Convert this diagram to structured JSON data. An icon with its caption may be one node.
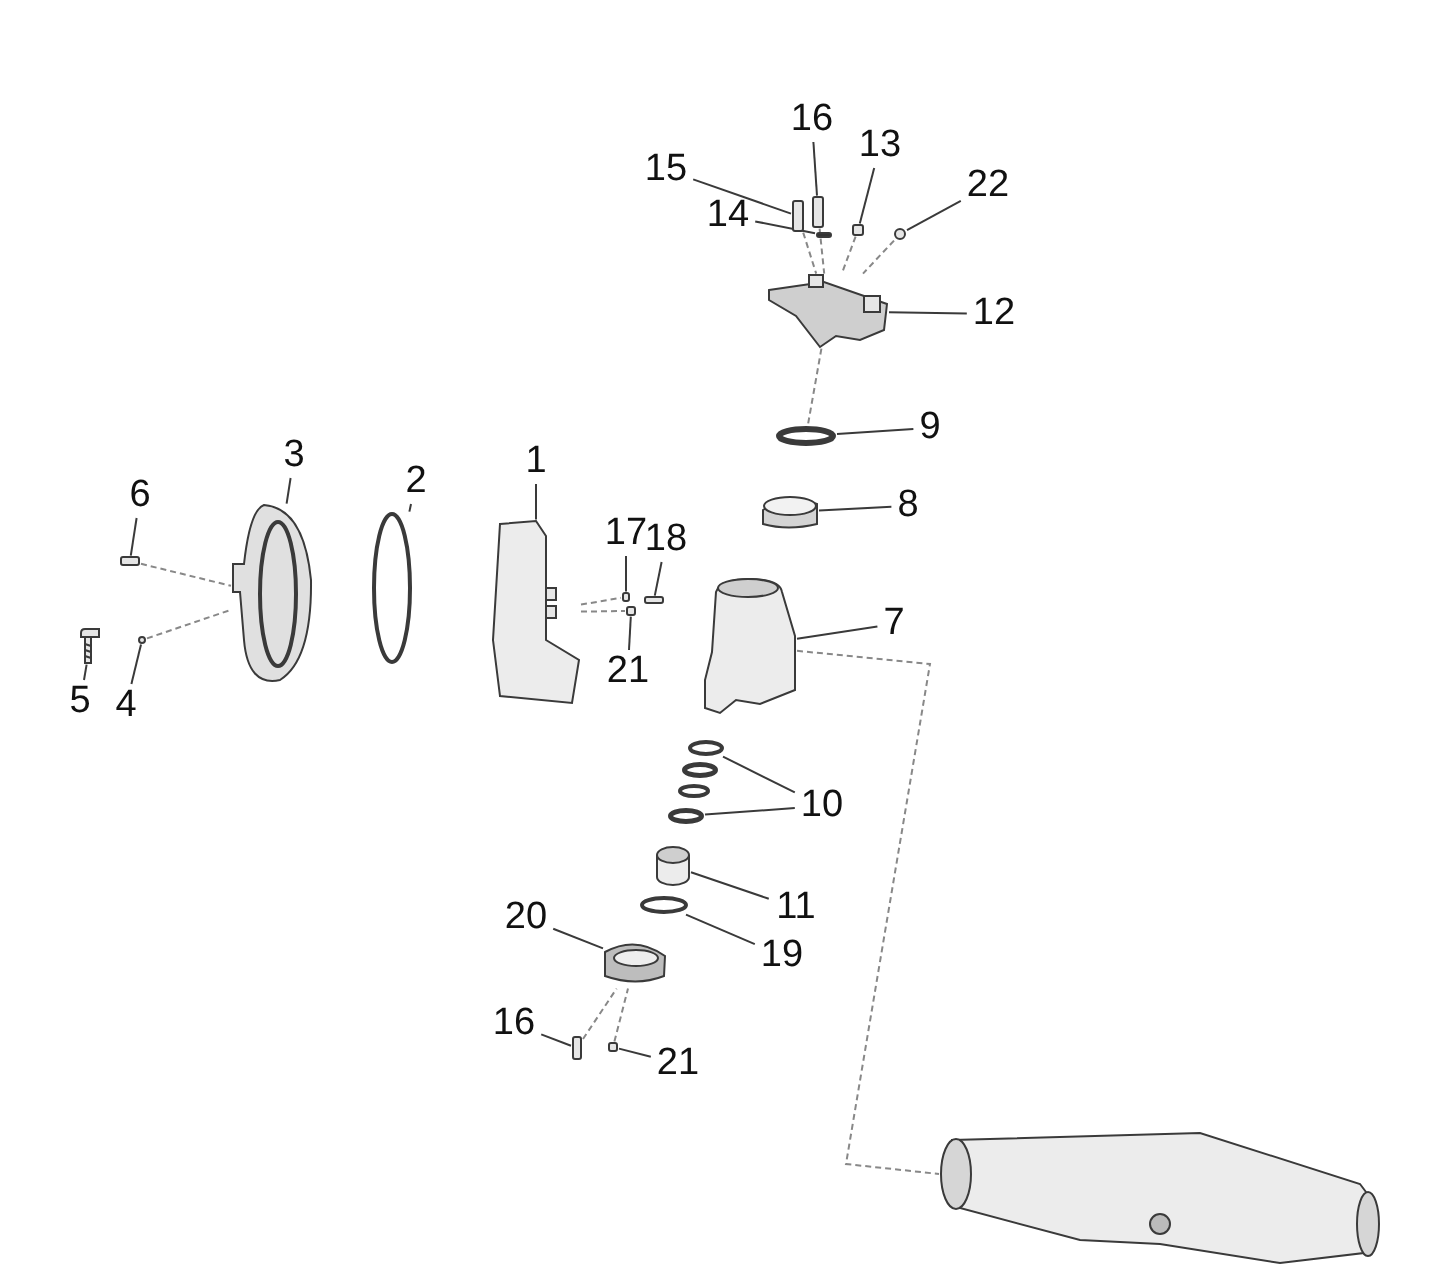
{
  "diagram": {
    "nodes": [
      {
        "text": [
          "16"
        ]
      },
      {
        "text": [
          "13"
        ]
      },
      {
        "text": [
          "15"
        ]
      },
      {
        "text": [
          "22"
        ]
      },
      {
        "text": [
          "14"
        ]
      },
      {
        "text": [
          "12"
        ]
      },
      {
        "text": [
          "9"
        ]
      },
      {
        "text": [
          "8"
        ]
      },
      {
        "text": [
          "3"
        ]
      },
      {
        "text": [
          "2"
        ]
      },
      {
        "text": [
          "1"
        ]
      },
      {
        "text": [
          "6"
        ]
      },
      {
        "text": [
          "17"
        ]
      },
      {
        "text": [
          "18"
        ]
      },
      {
        "text": [
          "7"
        ]
      },
      {
        "text": [
          "21"
        ]
      },
      {
        "text": [
          "5"
        ]
      },
      {
        "text": [
          "4"
        ]
      },
      {
        "text": [
          "10"
        ]
      },
      {
        "text": [
          "11"
        ]
      },
      {
        "text": [
          "20"
        ]
      },
      {
        "text": [
          "19"
        ]
      },
      {
        "text": [
          "16"
        ]
      },
      {
        "text": [
          "21"
        ]
      },
      {
        "text": [],
        "shape": "box"
      },
      {
        "text": [],
        "shape": "box"
      },
      {
        "text": [],
        "shape": "box"
      },
      {
        "text": [],
        "shape": "box"
      },
      {
        "text": [],
        "shape": "circle"
      },
      {
        "text": [],
        "shape": "picture"
      },
      {
        "text": [],
        "shape": "circle"
      },
      {
        "text": [],
        "shape": "picture"
      },
      {
        "text": [],
        "shape": "picture"
      },
      {
        "text": [],
        "shape": "circle"
      },
      {
        "text": [],
        "shape": "picture"
      },
      {
        "text": [],
        "shape": "box"
      },
      {
        "text": [],
        "shape": "box"
      },
      {
        "text": [],
        "shape": "box"
      },
      {
        "text": [],
        "shape": "picture"
      },
      {
        "text": [],
        "shape": "box"
      },
      {
        "text": [],
        "shape": "picture"
      },
      {
        "text": [],
        "shape": "circle"
      },
      {
        "text": [],
        "shape": "circle"
      },
      {
        "text": [],
        "shape": "circle"
      },
      {
        "text": [],
        "shape": "circle"
      },
      {
        "text": [],
        "shape": "circle"
      },
      {
        "text": [],
        "shape": "cylinder"
      },
      {
        "text": [],
        "shape": "circle"
      },
      {
        "text": [],
        "shape": "picture"
      },
      {
        "text": [],
        "shape": "box"
      },
      {
        "text": [],
        "shape": "box"
      },
      {
        "text": [],
        "shape": "picture"
      }
    ],
    "edges": [
      {
        "from": 0,
        "to": 25,
        "arrow": "none"
      },
      {
        "from": 1,
        "to": 27,
        "arrow": "none"
      },
      {
        "from": 2,
        "to": 24,
        "arrow": "none"
      },
      {
        "from": 3,
        "to": 28,
        "arrow": "none"
      },
      {
        "from": 4,
        "to": 26,
        "arrow": "none"
      },
      {
        "from": 5,
        "to": 29,
        "arrow": "none"
      },
      {
        "from": 6,
        "to": 30,
        "arrow": "none"
      },
      {
        "from": 7,
        "to": 31,
        "arrow": "none"
      },
      {
        "from": 8,
        "to": 32,
        "arrow": "none"
      },
      {
        "from": 9,
        "to": 33,
        "arrow": "none"
      },
      {
        "from": 10,
        "to": 34,
        "arrow": "none"
      },
      {
        "from": 11,
        "to": 35,
        "arrow": "none"
      },
      {
        "from": 12,
        "to": 36,
        "arrow": "none"
      },
      {
        "from": 13,
        "to": 37,
        "arrow": "none"
      },
      {
        "from": 14,
        "to": 38,
        "arrow": "none"
      },
      {
        "from": 15,
        "to": 39,
        "arrow": "none"
      },
      {
        "from": 16,
        "to": 40,
        "arrow": "none"
      },
      {
        "from": 17,
        "to": 41,
        "arrow": "none"
      },
      {
        "from": 18,
        "to": 42,
        "arrow": "none"
      },
      {
        "from": 18,
        "to": 45,
        "arrow": "none"
      },
      {
        "from": 19,
        "to": 46,
        "arrow": "none"
      },
      {
        "from": 20,
        "to": 48,
        "arrow": "none"
      },
      {
        "from": 21,
        "to": 47,
        "arrow": "none"
      },
      {
        "from": 22,
        "to": 49,
        "arrow": "none"
      },
      {
        "from": 23,
        "to": 50,
        "arrow": "none"
      },
      {
        "from": 35,
        "to": 32,
        "arrow": "none",
        "style": "dashed",
        "color": "#888888"
      },
      {
        "from": 41,
        "to": 32,
        "arrow": "none",
        "style": "dashed",
        "color": "#888888"
      },
      {
        "from": 34,
        "to": 36,
        "arrow": "none",
        "style": "dashed",
        "color": "#888888"
      },
      {
        "from": 34,
        "to": 39,
        "arrow": "none",
        "style": "dashed",
        "color": "#888888"
      },
      {
        "from": 24,
        "to": 29,
        "arrow": "none",
        "style": "dashed",
        "color": "#888888"
      },
      {
        "from": 25,
        "to": 29,
        "arrow": "none",
        "style": "dashed",
        "color": "#888888"
      },
      {
        "from": 27,
        "to": 29,
        "arrow": "none",
        "style": "dashed",
        "color": "#888888"
      },
      {
        "from": 28,
        "to": 29,
        "arrow": "none",
        "style": "dashed",
        "color": "#888888"
      },
      {
        "from": 29,
        "to": 30,
        "arrow": "none",
        "style": "dashed",
        "color": "#888888"
      },
      {
        "from": 38,
        "to": 51,
        "arrow": "none",
        "style": "dashed",
        "color": "#888888"
      },
      {
        "from": 49,
        "to": 48,
        "arrow": "none",
        "style": "dashed",
        "color": "#888888"
      },
      {
        "from": 50,
        "to": 48,
        "arrow": "none",
        "style": "dashed",
        "color": "#888888"
      }
    ]
  }
}
